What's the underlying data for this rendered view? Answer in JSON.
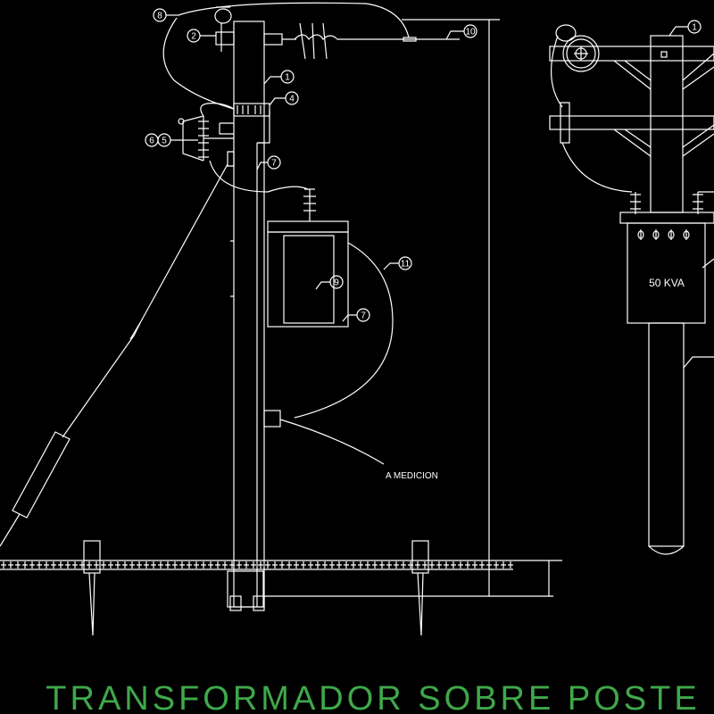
{
  "title": "TRANSFORMADOR SOBRE POSTE",
  "colors": {
    "background": "#000000",
    "lines": "#ffffff",
    "title": "#3fa84a"
  },
  "callouts_left": [
    "8",
    "2",
    "10",
    "1",
    "4",
    "6",
    "5",
    "7",
    "9",
    "11",
    "7"
  ],
  "callouts_right": [
    "1"
  ],
  "note_medicion": "A MEDICION",
  "transformer_rating": "50 KVA"
}
